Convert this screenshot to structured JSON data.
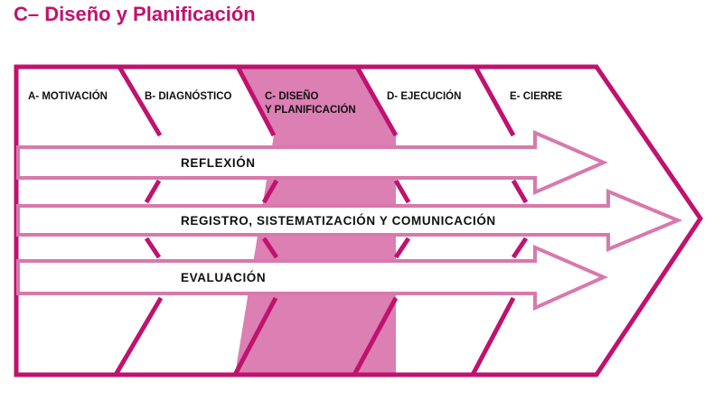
{
  "title": "C– Diseño y Planificación",
  "phases": [
    {
      "lines": [
        "A- MOTIVACIÓN"
      ],
      "highlight": false
    },
    {
      "lines": [
        "B- DIAGNÓSTICO"
      ],
      "highlight": false
    },
    {
      "lines": [
        "C- DISEÑO",
        "Y PLANIFICACIÓN"
      ],
      "highlight": true
    },
    {
      "lines": [
        "D- EJECUCIÓN"
      ],
      "highlight": false
    },
    {
      "lines": [
        "E- CIERRE"
      ],
      "highlight": false
    }
  ],
  "processes": [
    {
      "label": "REFLEXIÓN"
    },
    {
      "label": "REGISTRO, SISTEMATIZACIÓN Y COMUNICACIÓN"
    },
    {
      "label": "EVALUACIÓN"
    }
  ],
  "colors": {
    "title": "#c0126f",
    "frame": "#c0126f",
    "highlight_fill": "#dc7fb3",
    "arrow_stroke": "#d879ad",
    "arrow_fill": "#ffffff"
  }
}
